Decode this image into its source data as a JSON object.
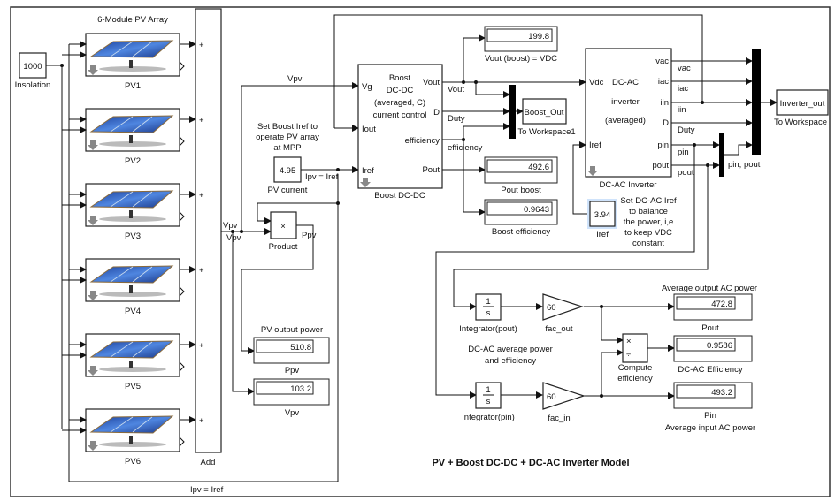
{
  "model_title": "PV + Boost DC-DC + DC-AC Inverter Model",
  "pv_array": {
    "label": "6-Module PV Array",
    "modules": [
      "PV1",
      "PV2",
      "PV3",
      "PV4",
      "PV5",
      "PV6"
    ],
    "add_label": "Add",
    "sum_sign": "+"
  },
  "insolation": {
    "value": "1000",
    "label": "Insolation"
  },
  "signals": {
    "vpv": "Vpv",
    "ppv": "Ppv",
    "ipv_iref": "Ipv = Iref",
    "vout": "Vout",
    "duty": "Duty",
    "efficiency": "efficiency",
    "vac": "vac",
    "iac": "iac",
    "iin": "iin",
    "pin": "pin",
    "pout": "pout",
    "pin_pout": "pin, pout"
  },
  "pv_current": {
    "value": "4.95",
    "label": "PV current",
    "note": [
      "Set Boost Iref to",
      "operate PV array",
      "at MPP"
    ]
  },
  "product": {
    "symbol": "×",
    "label": "Product"
  },
  "ppv_display": {
    "title": "PV output power",
    "value": "510.8",
    "label": "Ppv"
  },
  "vpv_display": {
    "value": "103.2",
    "label": "Vpv"
  },
  "boost": {
    "title": [
      "Boost",
      "DC-DC",
      "(averaged, C)",
      "current control"
    ],
    "label": "Boost DC-DC",
    "inputs": [
      "Vg",
      "Iout",
      "Iref"
    ],
    "outputs": [
      "Vout",
      "D",
      "efficiency",
      "Pout"
    ]
  },
  "vout_display": {
    "value": "199.8",
    "label": "Vout (boost) = VDC"
  },
  "pout_boost_display": {
    "value": "492.6",
    "label": "Pout boost"
  },
  "boost_eff_display": {
    "value": "0.9643",
    "label": "Boost efficiency"
  },
  "boost_out": {
    "name": "Boost_Out",
    "label": "To Workspace1"
  },
  "inverter": {
    "title": [
      "DC-AC",
      "inverter",
      "(averaged)"
    ],
    "label": "DC-AC Inverter",
    "inputs": [
      "Vdc",
      "Iref"
    ],
    "outputs": [
      "vac",
      "iac",
      "iin",
      "D",
      "pin",
      "pout"
    ]
  },
  "iref_const": {
    "value": "3.94",
    "label": "Iref",
    "note": [
      "Set DC-AC Iref",
      "to balance",
      "the power, i,e",
      "to keep VDC",
      "constant"
    ]
  },
  "inverter_out": {
    "name": "Inverter_out",
    "label": "To Workspace"
  },
  "averaging": {
    "note": [
      "DC-AC average power",
      "and efficiency"
    ],
    "integrator_num": "1",
    "integrator_den": "s",
    "integrator_pout": "Integrator(pout)",
    "integrator_pin": "Integrator(pin)",
    "gain_value": "60",
    "fac_out": "fac_out",
    "fac_in": "fac_in",
    "compute": {
      "mul": "×",
      "div": "÷",
      "label": [
        "Compute",
        "efficiency"
      ]
    },
    "pout_display": {
      "title": "Average output AC power",
      "value": "472.8",
      "label": "Pout"
    },
    "eff_display": {
      "value": "0.9586",
      "label": "DC-AC Efficiency"
    },
    "pin_display": {
      "value": "493.2",
      "label": "Pin",
      "subtitle": "Average input AC power"
    }
  }
}
